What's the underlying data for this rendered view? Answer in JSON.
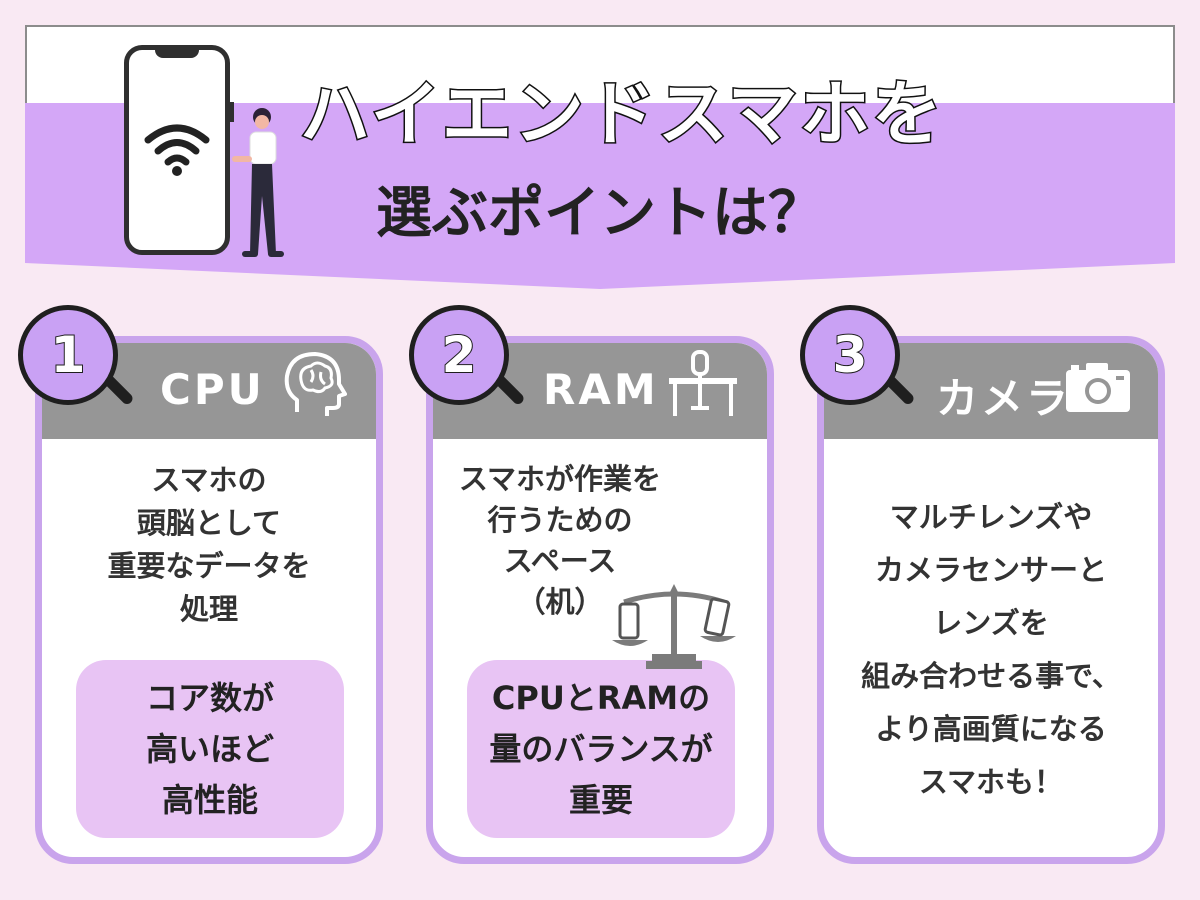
{
  "header": {
    "title_line1": "ハイエンドスマホを",
    "title_line2": "選ぶポイントは？"
  },
  "colors": {
    "background": "#f9e9f3",
    "band": "#d4a7f7",
    "card_border": "#c9a4ec",
    "card_header": "#969696",
    "highlight_box": "#e8c4f4",
    "badge": "#c9a1f4"
  },
  "points": [
    {
      "number": "1",
      "title": "CPU",
      "icon": "brain-head-icon",
      "description": [
        "スマホの",
        "頭脳として",
        "重要なデータを",
        "処理"
      ],
      "highlight": [
        "コア数が",
        "高いほど",
        "高性能"
      ]
    },
    {
      "number": "2",
      "title": "RAM",
      "icon": "desk-chair-icon",
      "description": [
        "スマホが作業を",
        "行うための",
        "スペース",
        "（机）"
      ],
      "highlight": [
        "CPUとRAMの",
        "量のバランスが",
        "重要"
      ]
    },
    {
      "number": "3",
      "title": "カメラ",
      "icon": "camera-icon",
      "description": [
        "マルチレンズや",
        "カメラセンサーと",
        "レンズを",
        "組み合わせる事で、",
        "より高画質になる",
        "スマホも！"
      ]
    }
  ]
}
